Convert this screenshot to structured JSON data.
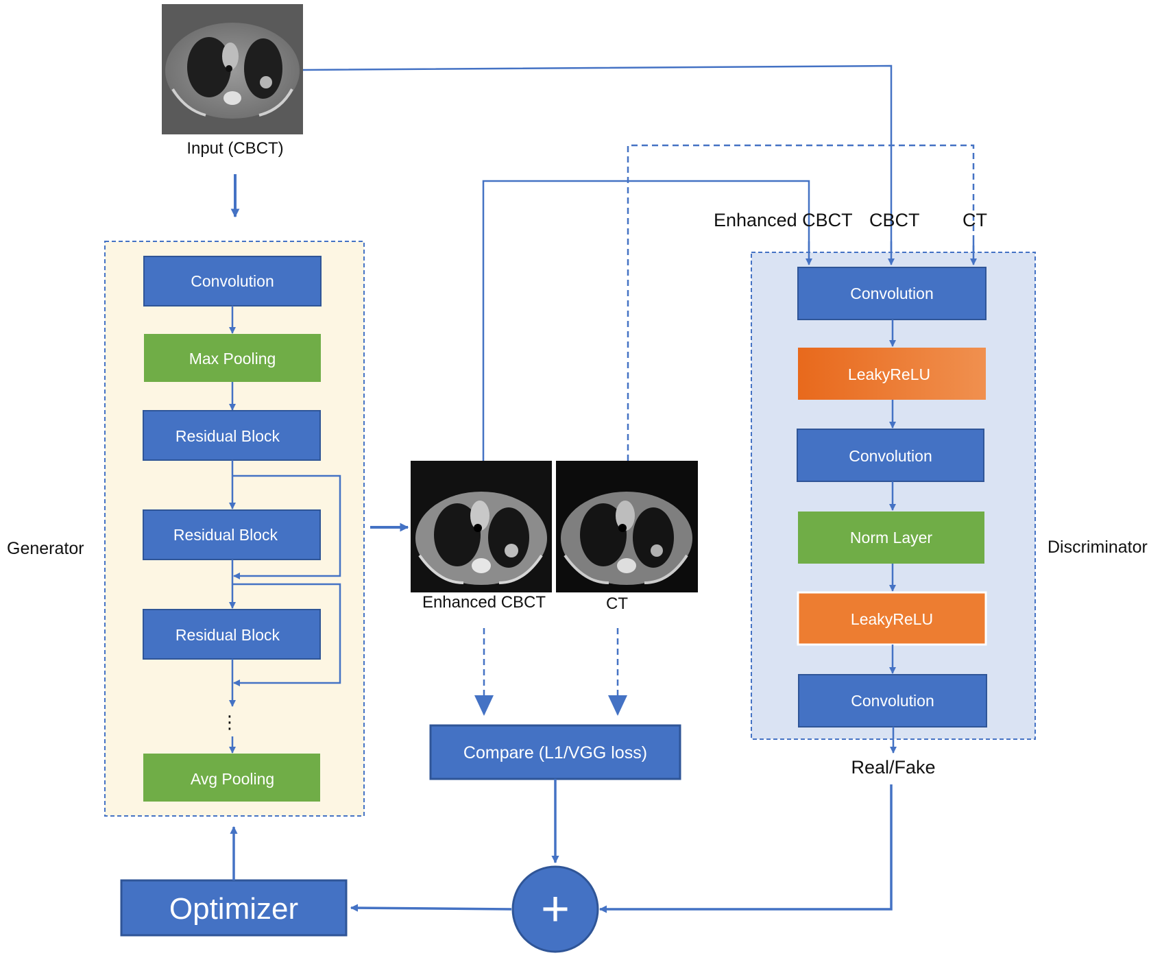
{
  "input_image_label": "Input (CBCT)",
  "generator": {
    "label": "Generator",
    "blocks": [
      "Convolution",
      "Max Pooling",
      "Residual Block",
      "Residual Block",
      "Residual Block",
      "Avg Pooling"
    ],
    "ellipsis": "⋮"
  },
  "outputs": {
    "enhanced_label": "Enhanced CBCT",
    "ct_label": "CT"
  },
  "compare_label": "Compare (L1/VGG loss)",
  "sum_symbol": "+",
  "optimizer_label": "Optimizer",
  "discriminator": {
    "label": "Discriminator",
    "inputs": [
      "Enhanced CBCT",
      "CBCT",
      "CT"
    ],
    "blocks": [
      "Convolution",
      "LeakyReLU",
      "Convolution",
      "Norm Layer",
      "LeakyReLU",
      "Convolution"
    ],
    "output_label": "Real/Fake"
  },
  "colors": {
    "arrow": "#4472c4",
    "blue_block": "#4472c4",
    "green_block": "#70ad47",
    "orange_block": "#ed7d31",
    "generator_bg": "#fdf6e3",
    "discriminator_bg": "#dae3f3"
  }
}
